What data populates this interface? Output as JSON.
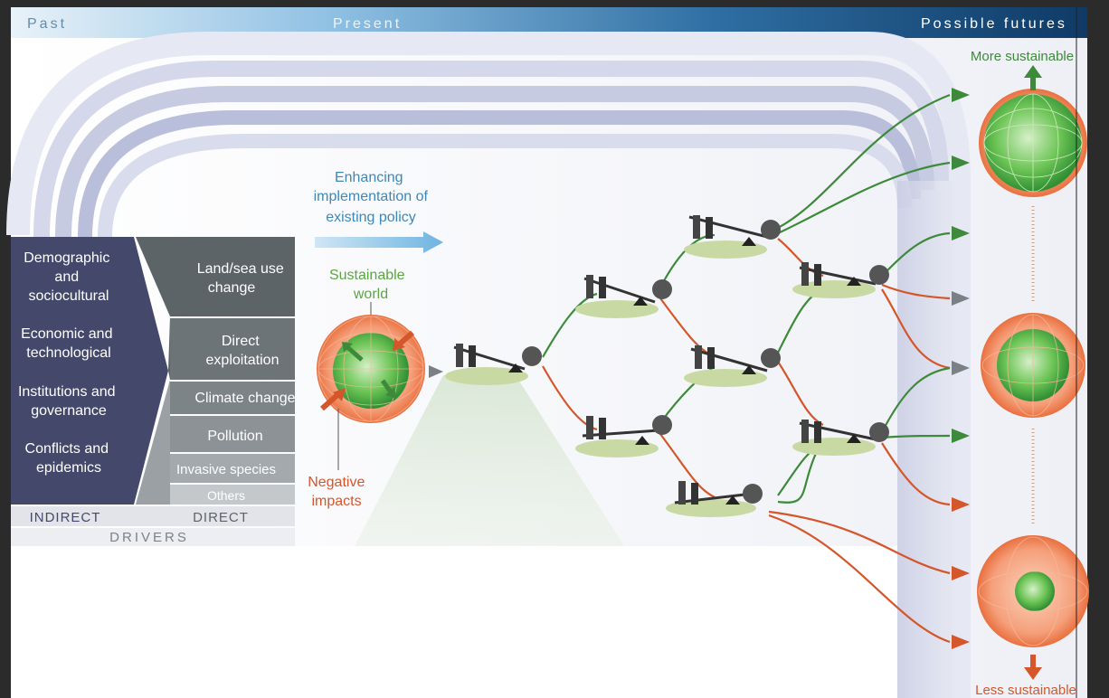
{
  "timeline": {
    "past": "Past",
    "present": "Present",
    "possible_futures": "Possible futures"
  },
  "indirect_drivers": {
    "items": [
      [
        "Demographic",
        "and",
        "sociocultural"
      ],
      [
        "Economic and",
        "technological"
      ],
      [
        "Institutions and",
        "governance"
      ],
      [
        "Conflicts and",
        "epidemics"
      ]
    ],
    "label": "INDIRECT"
  },
  "direct_drivers": {
    "items": [
      [
        "Land/sea use",
        "change"
      ],
      [
        "Direct",
        "exploitation"
      ],
      [
        "Climate change"
      ],
      [
        "Pollution"
      ],
      [
        "Invasive species"
      ],
      [
        "Others"
      ]
    ],
    "label": "DIRECT"
  },
  "drivers_label": "DRIVERS",
  "policy_arrow": [
    "Enhancing",
    "implementation of",
    "existing policy"
  ],
  "sustainable_world": [
    "Sustainable",
    "world"
  ],
  "negative_impacts": [
    "Negative",
    "impacts"
  ],
  "more_sustainable": "More sustainable",
  "less_sustainable": "Less sustainable",
  "colors": {
    "indirect_bg": "#44496b",
    "direct_bg": "#5d6468",
    "green_path": "#3d8a3a",
    "orange_path": "#d4562a",
    "timeline_blue": "#3f77a3",
    "policy_text": "#3d88b8",
    "sustainable_text": "#5aa642"
  }
}
